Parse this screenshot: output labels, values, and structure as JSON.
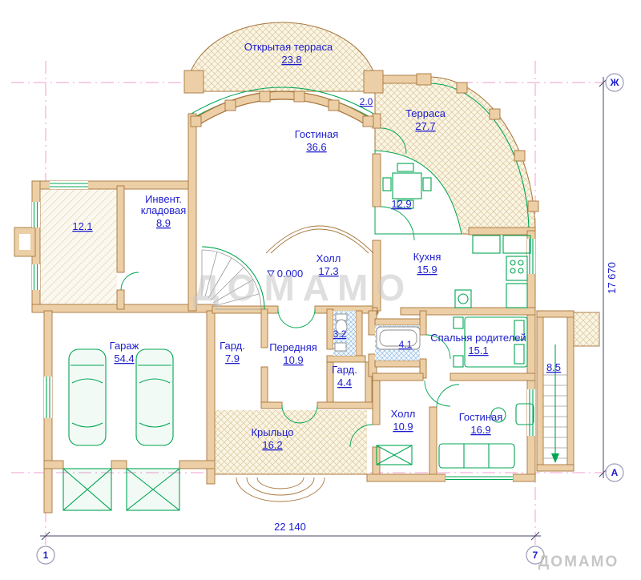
{
  "plan": {
    "rooms": {
      "open_terrace": {
        "name": "Открытая терраса",
        "area": "23.8"
      },
      "terrace": {
        "name": "Терраса",
        "area": "27.7"
      },
      "terrace_niche": {
        "area": "2.0"
      },
      "living_room": {
        "name": "Гостиная",
        "area": "36.6"
      },
      "storage": {
        "name_line1": "Инвент.",
        "name_line2": "кладовая",
        "area": "8.9"
      },
      "room_left": {
        "area": "12.1"
      },
      "winter_garden": {
        "area": "12.9"
      },
      "hall": {
        "name": "Холл",
        "area": "17.3"
      },
      "kitchen": {
        "name": "Кухня",
        "area": "15.9"
      },
      "garage": {
        "name": "Гараж",
        "area": "54.4"
      },
      "wardrobe_1": {
        "name": "Гард.",
        "area": "7.9"
      },
      "front_room": {
        "name": "Передняя",
        "area": "10.9"
      },
      "bathroom_small": {
        "area": "3.2"
      },
      "bathroom": {
        "area": "4.1"
      },
      "parents_bedroom": {
        "name": "Спальня родителей",
        "area": "15.1"
      },
      "wardrobe_2": {
        "name": "Гард.",
        "area": "4.4"
      },
      "side_stairs": {
        "area": "8.5"
      },
      "hall_2": {
        "name": "Холл",
        "area": "10.9"
      },
      "living_room_2": {
        "name": "Гостиная",
        "area": "16.9"
      },
      "porch": {
        "name": "Крыльцо",
        "area": "16.2"
      }
    },
    "elevation_mark": "0.000",
    "dimensions": {
      "horizontal": "22 140",
      "vertical": "17 670"
    },
    "axes": {
      "top_right": "Ж",
      "right_bottom": "А",
      "col_left": "1",
      "col_right": "7"
    }
  },
  "watermark": {
    "center": "ДОМАМО",
    "corner": "ДОМАМО"
  },
  "colors": {
    "wall_fill": "#eccfa6",
    "wall_edge": "#a8763d",
    "label_blue": "#1c1ccf",
    "furniture_green": "#00a651",
    "axis_magenta": "#f08cc8",
    "hatch_tan": "#dcc69a",
    "bath_hatch_blue": "#7fb3dd",
    "watermark_gray": "#c6c6c6"
  }
}
